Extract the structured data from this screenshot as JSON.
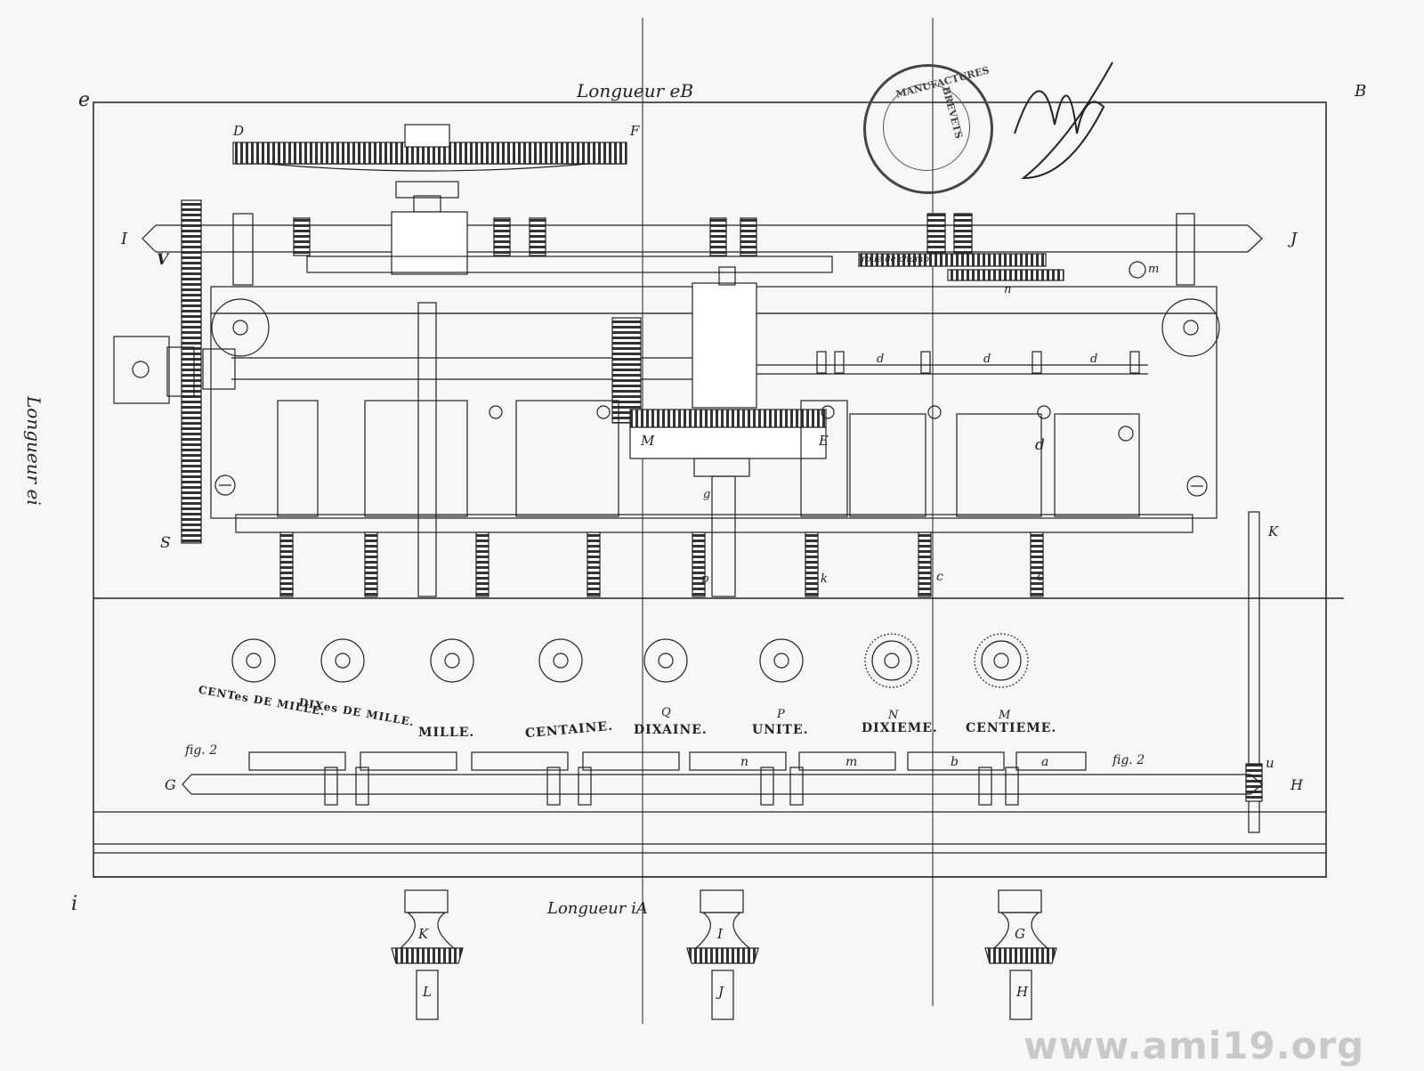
{
  "labels": {
    "top_length": "Longueur eB",
    "bottom_length": "Longueur iA",
    "side_length": "Longueur ei",
    "corner_e": "e",
    "corner_B": "B",
    "corner_i": "i",
    "D": "D",
    "F": "F",
    "I": "I",
    "J": "J",
    "V": "V",
    "S": "S",
    "M": "M",
    "E": "E",
    "K_right": "K",
    "u": "u",
    "G": "G",
    "H": "H",
    "fig2_left": "fig. 2",
    "fig2_right": "fig. 2",
    "roue_de_champ": "roue de champ",
    "m_small": "m",
    "n_small": "n",
    "g_small": "g"
  },
  "dial_captions": [
    "CENTes DE MILLE.",
    "DIXes DE MILLE.",
    "MILLE.",
    "CENTAINE.",
    "DIXAINE.",
    "UNITE.",
    "DIXIEME.",
    "CENTIEME."
  ],
  "dial_letters": [
    "Q",
    "P",
    "N",
    "M"
  ],
  "slot_letters": [
    "n",
    "m",
    "b",
    "a"
  ],
  "rack_letters": [
    "p",
    "k",
    "c",
    "c"
  ],
  "d_letters": [
    "d",
    "d",
    "d",
    "d"
  ],
  "knobs": [
    {
      "top": "K",
      "bottom": "L"
    },
    {
      "top": "I",
      "bottom": "J"
    },
    {
      "top": "G",
      "bottom": "H"
    }
  ],
  "stamp": {
    "line1": "BREVETS",
    "line2": "MANUFACTURES"
  },
  "signature_icon": "signature-icon",
  "stamp_icon": "seal-icon",
  "watermark": "www.ami19.org"
}
